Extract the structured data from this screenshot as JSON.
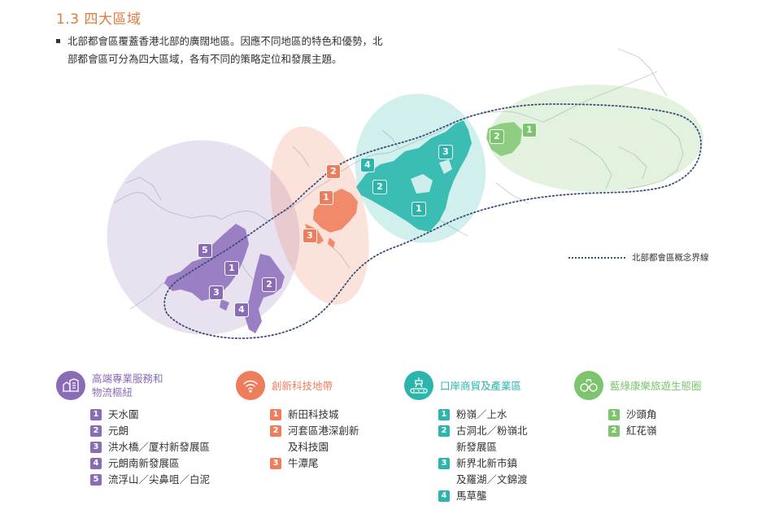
{
  "heading": "1.3 四大區域",
  "intro": "北部都會區覆蓋香港北部的廣闊地區。因應不同地區的特色和優勢，北部都會區可分為四大區域，各有不同的策略定位和發展主題。",
  "boundary_legend": "北部都會區概念界線",
  "colors": {
    "purple": "#8a6bb5",
    "orange": "#ee7d5b",
    "teal": "#2bb5ad",
    "green": "#7cc46e",
    "boundary": "#3a4e77"
  },
  "zones": [
    {
      "key": "purple",
      "title": "高端專業服務和\n物流樞紐",
      "icon": "city-buildings-icon",
      "items": [
        {
          "num": "1",
          "label": "天水圍"
        },
        {
          "num": "2",
          "label": "元朗"
        },
        {
          "num": "3",
          "label": "洪水橋／厦村新發展區"
        },
        {
          "num": "4",
          "label": "元朗南新發展區"
        },
        {
          "num": "5",
          "label": "流浮山／尖鼻咀／白泥"
        }
      ]
    },
    {
      "key": "orange",
      "title": "創新科技地帶",
      "icon": "wifi-signal-icon",
      "items": [
        {
          "num": "1",
          "label": "新田科技城"
        },
        {
          "num": "2",
          "label": "河套區港深創新\n及科技園"
        },
        {
          "num": "3",
          "label": "牛潭尾"
        }
      ]
    },
    {
      "key": "teal",
      "title": "口岸商貿及產業區",
      "icon": "conveyor-robot-icon",
      "items": [
        {
          "num": "1",
          "label": "粉嶺／上水"
        },
        {
          "num": "2",
          "label": "古洞北／粉嶺北\n新發展區"
        },
        {
          "num": "3",
          "label": "新界北新市鎮\n及羅湖／文錦渡"
        },
        {
          "num": "4",
          "label": "馬草壟"
        }
      ]
    },
    {
      "key": "green",
      "title": "藍綠康樂旅遊生態圈",
      "icon": "binoculars-icon",
      "items": [
        {
          "num": "1",
          "label": "沙頭角"
        },
        {
          "num": "2",
          "label": "紅花嶺"
        }
      ]
    }
  ],
  "map_markers": {
    "purple": [
      "5",
      "1",
      "2",
      "3",
      "4"
    ],
    "orange": [
      "2",
      "1",
      "3"
    ],
    "teal": [
      "4",
      "3",
      "2",
      "1"
    ],
    "green": [
      "2",
      "1"
    ]
  }
}
